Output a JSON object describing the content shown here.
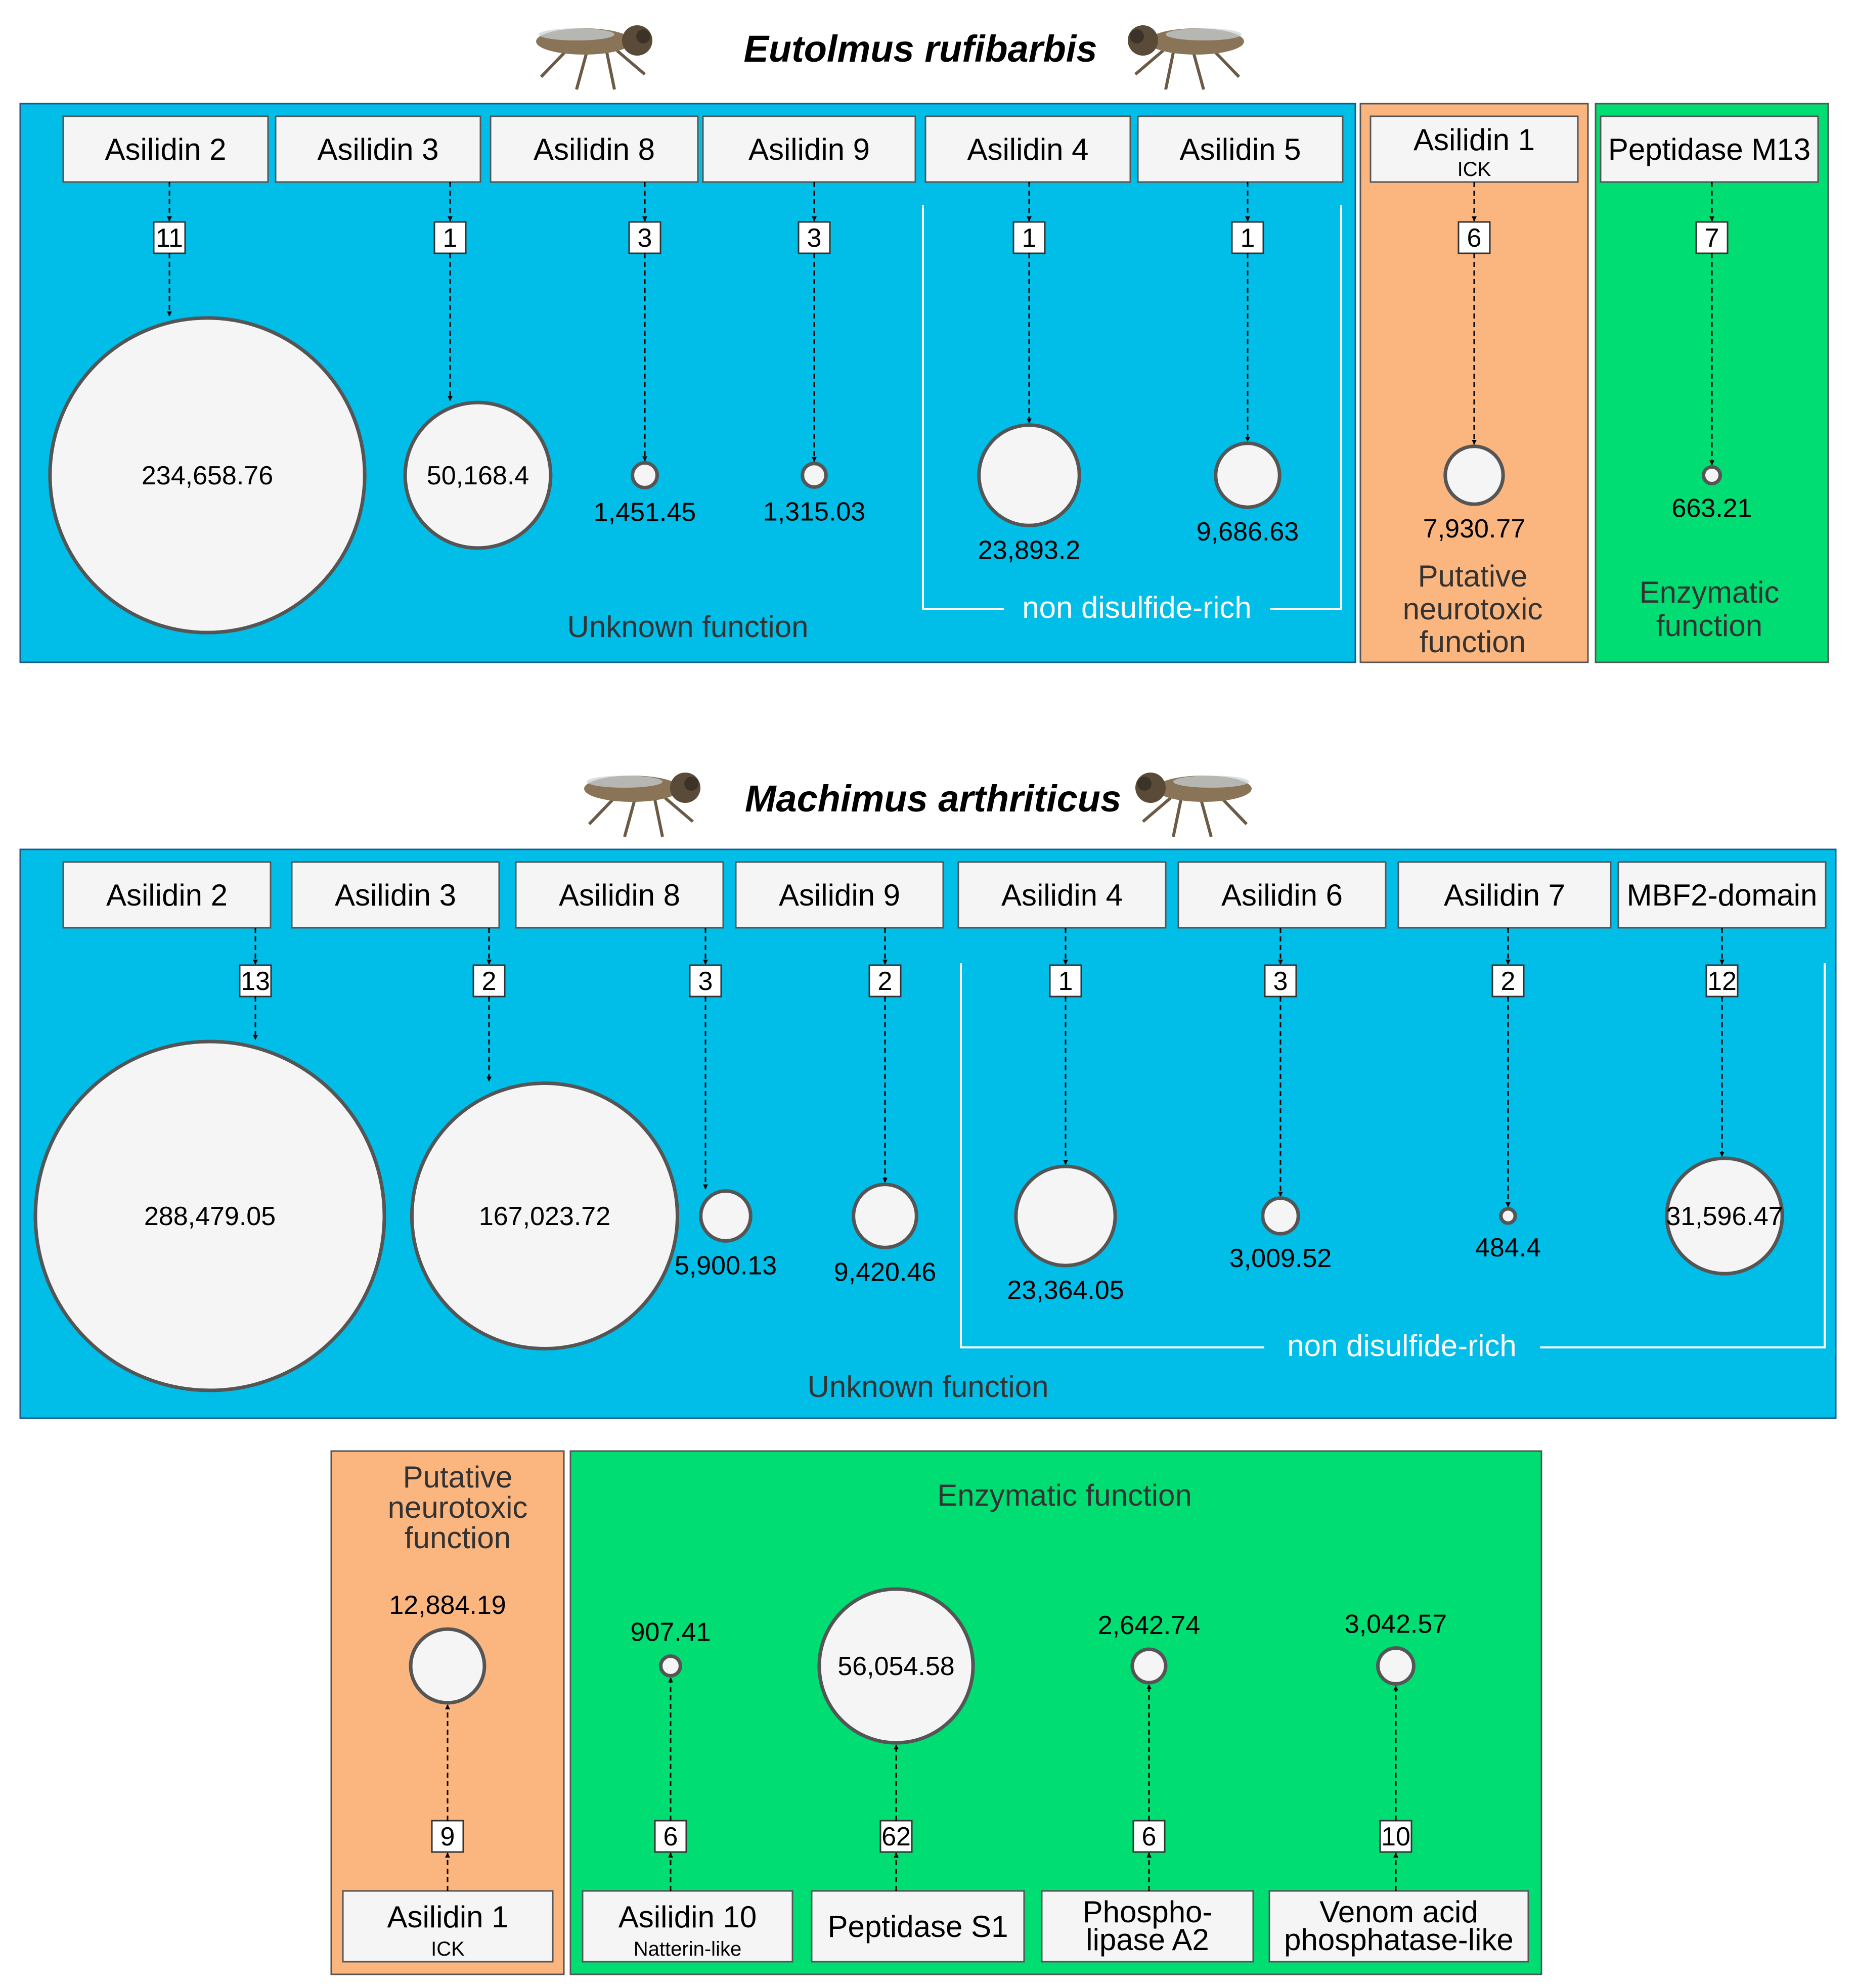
{
  "colors": {
    "unknown_function": "#00bee8",
    "neurotoxic_function": "#fbb57e",
    "enzymatic_function": "#00dd72",
    "bubble_fill": "#f5f5f5",
    "bubble_stroke": "#555555"
  },
  "icons": {
    "fly_image": "robber-fly-icon"
  },
  "species": {
    "eutolmus": "Eutolmus rufibarbis",
    "machimus": "Machimus arthriticus"
  },
  "group_labels": {
    "unknown": "Unknown function",
    "non_disulfide_rich": "non disulfide-rich",
    "putative_line1": "Putative",
    "putative_line2": "neurotoxic",
    "putative_line3": "function",
    "enzymatic_line1": "Enzymatic",
    "enzymatic_line2": "function",
    "enzymatic_full": "Enzymatic function"
  },
  "eutolmus_families": [
    {
      "label": "Asilidin 2",
      "sub": "",
      "count": "11",
      "value": "234,658.76"
    },
    {
      "label": "Asilidin 3",
      "sub": "",
      "count": "1",
      "value": "50,168.4"
    },
    {
      "label": "Asilidin 8",
      "sub": "",
      "count": "3",
      "value": "1,451.45"
    },
    {
      "label": "Asilidin 9",
      "sub": "",
      "count": "3",
      "value": "1,315.03"
    },
    {
      "label": "Asilidin 4",
      "sub": "",
      "count": "1",
      "value": "23,893.2"
    },
    {
      "label": "Asilidin 5",
      "sub": "",
      "count": "1",
      "value": "9,686.63"
    },
    {
      "label": "Asilidin 1",
      "sub": "ICK",
      "count": "6",
      "value": "7,930.77"
    },
    {
      "label": "Peptidase M13",
      "sub": "",
      "count": "7",
      "value": "663.21"
    }
  ],
  "machimus_families": [
    {
      "label": "Asilidin 2",
      "sub": "",
      "count": "13",
      "value": "288,479.05"
    },
    {
      "label": "Asilidin 3",
      "sub": "",
      "count": "2",
      "value": "167,023.72"
    },
    {
      "label": "Asilidin 8",
      "sub": "",
      "count": "3",
      "value": "5,900.13"
    },
    {
      "label": "Asilidin 9",
      "sub": "",
      "count": "2",
      "value": "9,420.46"
    },
    {
      "label": "Asilidin 4",
      "sub": "",
      "count": "1",
      "value": "23,364.05"
    },
    {
      "label": "Asilidin 6",
      "sub": "",
      "count": "3",
      "value": "3,009.52"
    },
    {
      "label": "Asilidin 7",
      "sub": "",
      "count": "2",
      "value": "484.4"
    },
    {
      "label": "MBF2-domain",
      "sub": "",
      "count": "12",
      "value": "31,596.47"
    }
  ],
  "machimus_lower_families": [
    {
      "label": "Asilidin 1",
      "label2": "",
      "sub": "ICK",
      "count": "9",
      "value": "12,884.19"
    },
    {
      "label": "Asilidin 10",
      "label2": "",
      "sub": "Natterin-like",
      "count": "6",
      "value": "907.41"
    },
    {
      "label": "Peptidase S1",
      "label2": "",
      "sub": "",
      "count": "62",
      "value": "56,054.58"
    },
    {
      "label": "Phospho-",
      "label2": "lipase A2",
      "sub": "",
      "count": "6",
      "value": "2,642.74"
    },
    {
      "label": "Venom acid",
      "label2": "phosphatase-like",
      "sub": "",
      "count": "10",
      "value": "3,042.57"
    }
  ]
}
